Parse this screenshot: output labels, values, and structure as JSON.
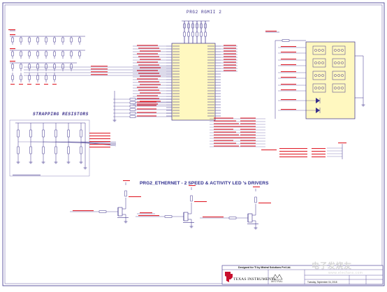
{
  "titles": {
    "rgmii": "PRG2 RGMII 2",
    "strapping": "STRAPPING RESISTORS",
    "ethernet": "PRG2_ETHERNET - 2 SPEED & ACTIVITY  LED 's DRIVERS"
  },
  "title_block": {
    "designed_for": "Designed for TI by Mistral Solutions Pvt Ltd.",
    "company": "TEXAS INSTRUMENTS",
    "partner": "MISTRAL",
    "date": "Tuesday, September 04, 2018"
  },
  "watermark": {
    "text": "电子发烧友",
    "sub": "www.elecfans.com"
  },
  "colors": {
    "wire": "#3a2f8a",
    "component": "#3a2f8a",
    "net_label": "#e0202a",
    "fill": "#fff8c0",
    "border": "#3a2f8a",
    "ti_red": "#c8102e"
  },
  "icons": {
    "ti_logo": "texas-instruments-logo-icon",
    "mistral_logo": "mistral-logo-icon"
  }
}
